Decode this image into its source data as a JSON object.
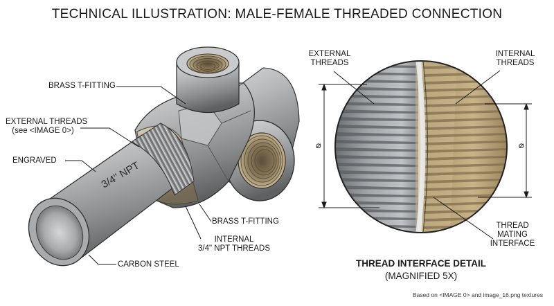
{
  "title": "TECHNICAL ILLUSTRATION: MALE-FEMALE THREADED CONNECTION",
  "labels": {
    "brass_top": "BRASS T-FITTING",
    "ext_threads_1": "EXTERNAL THREADS",
    "ext_threads_2": "(see <IMAGE 0>)",
    "engraved": "ENGRAVED",
    "pipe_engraving": "3/4\" NPT",
    "brass_bottom": "BRASS T-FITTING",
    "internal_1": "INTERNAL",
    "internal_2": "3/4\" NPT THREADS",
    "carbon_steel": "CARBON STEEL",
    "detail_ext_1": "EXTERNAL",
    "detail_ext_2": "THREADS",
    "detail_int_1": "INTERNAL",
    "detail_int_2": "THREADS",
    "mating_1": "THREAD",
    "mating_2": "MATING",
    "mating_3": "INTERFACE",
    "diameter_symbol": "⌀"
  },
  "detail": {
    "title": "THREAD INTERFACE DETAIL",
    "subtitle": "(MAGNIFIED 5X)"
  },
  "footnote": "Based on <IMAGE 0> and image_16.png textures",
  "colors": {
    "steel": "#9a9c9e",
    "brass": "#b9a27a",
    "ink": "#1a1a1a"
  }
}
